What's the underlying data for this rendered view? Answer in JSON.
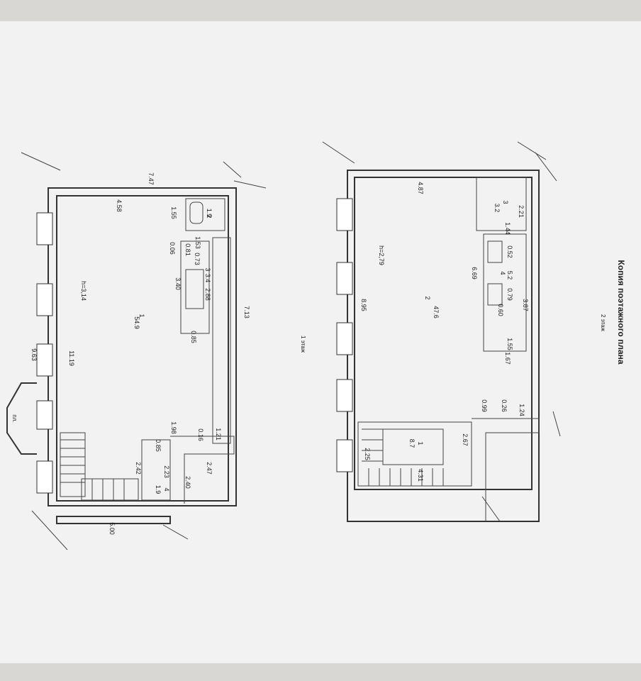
{
  "document": {
    "title": "Копия поэтажного плана",
    "floor2_label": "2 этаж",
    "floor1_label": "1 этаж"
  },
  "floor1": {
    "dims": [
      "7.47",
      "4.58",
      "1.55",
      "2",
      "1.9",
      "1.53",
      "0.06",
      "0.81",
      "0.73",
      "3",
      "3.4",
      "3.40",
      "2.88",
      "7.13",
      "h=3,14",
      "1",
      "54.9",
      "0.85",
      "11.19",
      "9.63",
      "1.98",
      "0.16",
      "1.21",
      "2.47",
      "0.85",
      "2.42",
      "2.23",
      "4",
      "1.9",
      "2.40",
      "5.00"
    ],
    "porch_label": "пл."
  },
  "floor2": {
    "dims": [
      "4.87",
      "3",
      "3.2",
      "2.21",
      "h=2,79",
      "1.44",
      "0.52",
      "4",
      "5.2",
      "0.79",
      "6.69",
      "2",
      "47.6",
      "3.87",
      "0.60",
      "8.95",
      "1.55",
      "1.67",
      "0.99",
      "0.26",
      "1.24",
      "1",
      "8.7",
      "2.67",
      "2.25",
      "4.31"
    ]
  }
}
